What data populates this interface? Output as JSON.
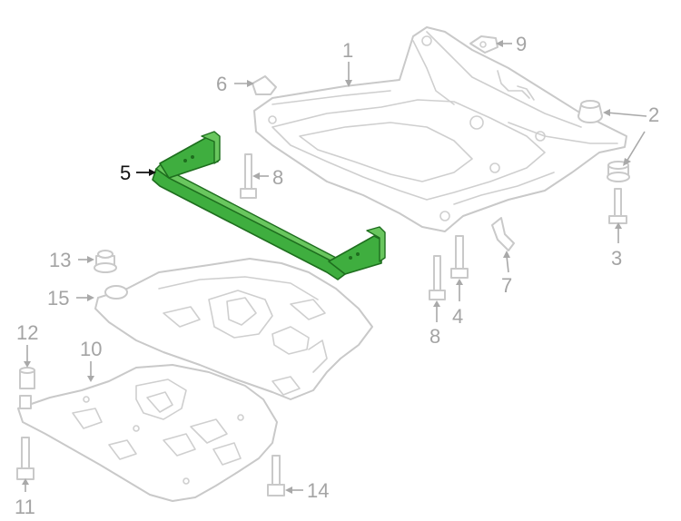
{
  "diagram": {
    "highlighted_part": "5",
    "highlight_color": "#3fae3f",
    "line_color": "#c9c9c9",
    "callouts": [
      "1",
      "2",
      "3",
      "4",
      "5",
      "6",
      "7",
      "8",
      "8",
      "9",
      "10",
      "11",
      "12",
      "13",
      "14",
      "15"
    ]
  }
}
